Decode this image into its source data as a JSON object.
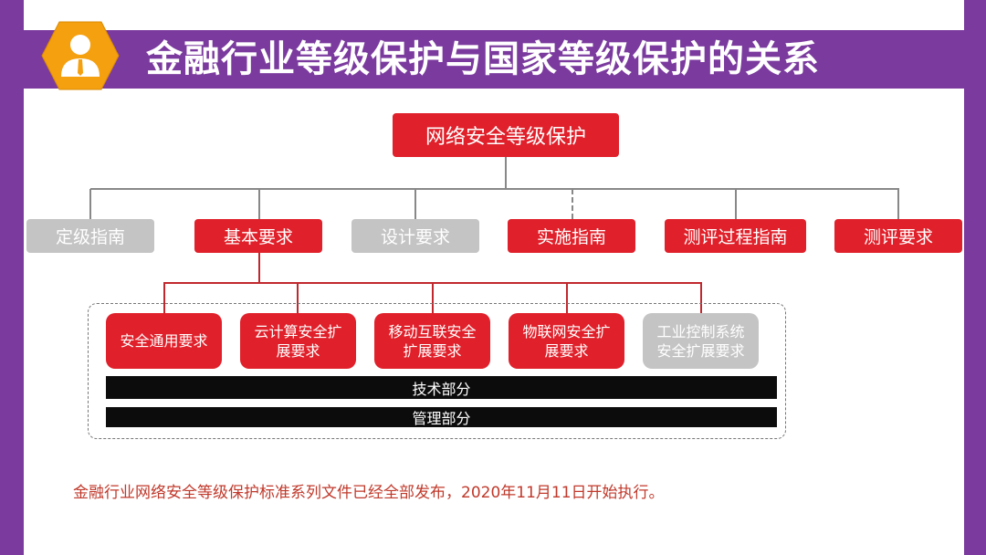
{
  "header": {
    "title": "金融行业等级保护与国家等级保护的关系",
    "icon": "person-icon",
    "colors": {
      "purple": "#7b3a9e",
      "orange": "#f5a00f",
      "red": "#e0202a",
      "gray": "#c4c4c4"
    }
  },
  "root": "网络安全等级保护",
  "level1": [
    {
      "label": "定级指南",
      "style": "gray"
    },
    {
      "label": "基本要求",
      "style": "red"
    },
    {
      "label": "设计要求",
      "style": "gray"
    },
    {
      "label": "实施指南",
      "style": "red"
    },
    {
      "label": "测评过程指南",
      "style": "red"
    },
    {
      "label": "测评要求",
      "style": "red"
    }
  ],
  "level2": [
    {
      "label": "安全通用要求",
      "style": "red"
    },
    {
      "label": "云计算安全扩展要求",
      "style": "red"
    },
    {
      "label": "移动互联安全扩展要求",
      "style": "red"
    },
    {
      "label": "物联网安全扩展要求",
      "style": "red"
    },
    {
      "label": "工业控制系统安全扩展要求",
      "style": "gray"
    }
  ],
  "bars": [
    "技术部分",
    "管理部分"
  ],
  "footer": "金融行业网络安全等级保护标准系列文件已经全部发布，2020年11月11日开始执行。"
}
